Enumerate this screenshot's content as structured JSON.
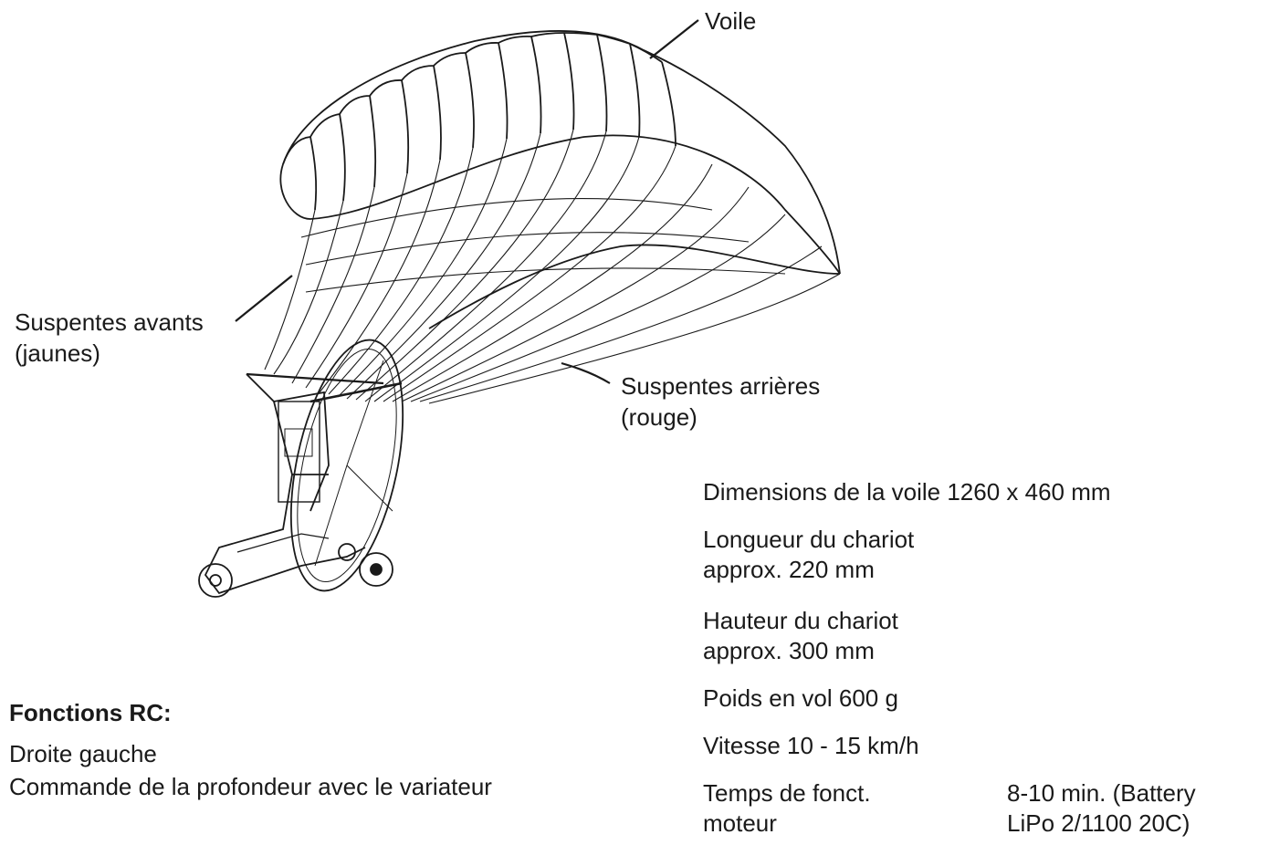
{
  "labels": {
    "voile": "Voile",
    "front_lines": "Suspentes avants\n(jaunes)",
    "rear_lines": "Suspentes arrières\n(rouge)"
  },
  "specs": {
    "sail_dimensions": "Dimensions de la voile 1260 x 460 mm",
    "cart_length": "Longueur du chariot\napprox. 220 mm",
    "cart_height": "Hauteur du chariot\napprox. 300 mm",
    "flight_weight": "Poids en vol  600 g",
    "speed": "Vitesse 10 - 15 km/h",
    "motor_time_label": "Temps de fonct.\nmoteur",
    "motor_time_value": "8-10 min. (Battery\nLiPo 2/1100 20C)"
  },
  "rc_functions": {
    "title": "Fonctions RC:",
    "lines": [
      "Droite gauche",
      "Commande de la profondeur avec le variateur"
    ]
  },
  "colors": {
    "ink": "#1a1a1a",
    "background": "#ffffff"
  }
}
